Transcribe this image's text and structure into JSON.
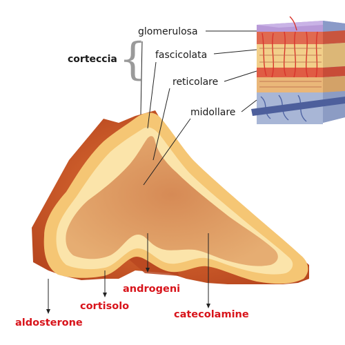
{
  "labels": {
    "cortex": "corteccia",
    "glomerulosa": "glomerulosa",
    "fascicolata": "fascicolata",
    "reticolare": "reticolare",
    "midollare": "midollare"
  },
  "hormones": {
    "aldosterone": "aldosterone",
    "cortisolo": "cortisolo",
    "androgeni": "androgeni",
    "catecolamine": "catecolamine"
  },
  "colors": {
    "outer_capsule": "#d2602d",
    "glomerulosa": "#f5c97a",
    "fascicolata": "#fbe6ae",
    "medulla": "#d9955e",
    "hormone_text": "#d8141b",
    "vessels": "#e0463a",
    "veins": "#5068a8"
  },
  "icons": {
    "brace": "curly-brace-icon"
  }
}
